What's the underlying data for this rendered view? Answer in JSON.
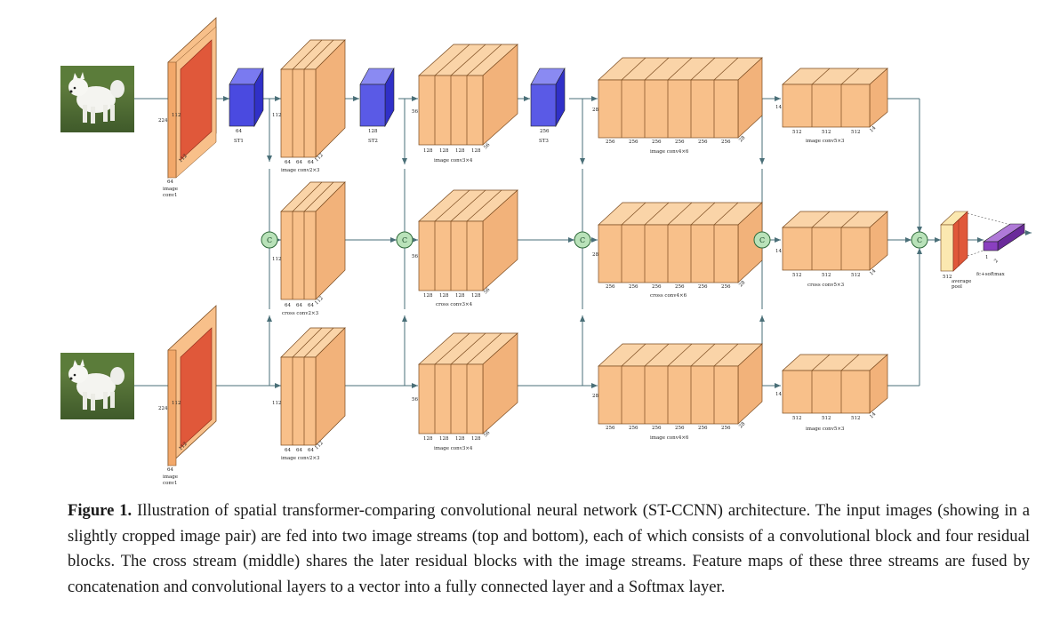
{
  "figure": {
    "caption_label": "Figure 1.",
    "caption_text": " Illustration of spatial transformer-comparing convolutional neural network (ST-CCNN) architecture. The input images (showing in a slightly cropped image pair) are fed into two image streams (top and bottom), each of which consists of a convolutional block and four residual blocks. The cross stream (middle) shares the later residual blocks with the image streams. Feature maps of these three streams are fused by concatenation and convolutional layers to a vector into a fully connected layer and a Softmax layer."
  },
  "diagram": {
    "labels": {
      "conv1_top_caption1": "image",
      "conv1_top_caption2": "conv1",
      "conv1_top_depth": "64",
      "conv1_top_h1": "224",
      "conv1_top_h2": "112",
      "conv1_top_w": "112",
      "st1_num": "64",
      "st1": "ST1",
      "st2_num": "128",
      "st2": "ST2",
      "st3_num": "256",
      "st3": "ST3",
      "conv2_top_cap": "image conv2×3",
      "conv2_top_h": "112",
      "conv2_top_w": "112",
      "conv2_top_d1": "64",
      "conv2_top_d2": "64",
      "conv2_top_d3": "64",
      "conv3_top_cap": "image conv3×4",
      "conv3_top_h": "56",
      "conv3_top_w": "56",
      "conv3_top_d1": "128",
      "conv3_top_d2": "128",
      "conv3_top_d3": "128",
      "conv3_top_d4": "128",
      "conv4_top_cap": "image conv4×6",
      "conv4_top_h": "28",
      "conv4_top_w": "28",
      "conv4_top_d": "256",
      "conv5_top_cap": "image conv5×3",
      "conv5_top_h": "14",
      "conv5_top_w": "14",
      "conv5_top_d": "512",
      "cross2_cap": "cross conv2×3",
      "cross3_cap": "cross conv3×4",
      "cross4_cap": "cross conv4×6",
      "cross5_cap": "cross conv5×3",
      "concat": "C",
      "avgpool_cap1": "average",
      "avgpool_cap2": "pool",
      "avgpool_d": "512",
      "avgpool_small": "1",
      "fc_cap": "fc+softmax",
      "fc_small": "2",
      "fc_small2": "1",
      "conv1_bot_caption1": "image",
      "conv1_bot_caption2": "conv1",
      "conv1_bot_h1": "224",
      "conv1_bot_h2": "112",
      "conv1_bot_depth": "64",
      "conv2_bot_cap": "image conv2×3",
      "conv3_bot_cap": "image conv3×4",
      "conv4_bot_cap": "image conv4×6",
      "conv5_bot_cap": "image conv5×3"
    },
    "colors": {
      "arrow": "#4a6f78",
      "conv_fill": "#f8c08a",
      "conv_edge": "#7a4a1e",
      "conv1_inner": "#e0583a",
      "st_fill": "#4a4ae0",
      "concat_fill": "#b9e2b9",
      "fc_fill": "#8a3fbf"
    }
  }
}
